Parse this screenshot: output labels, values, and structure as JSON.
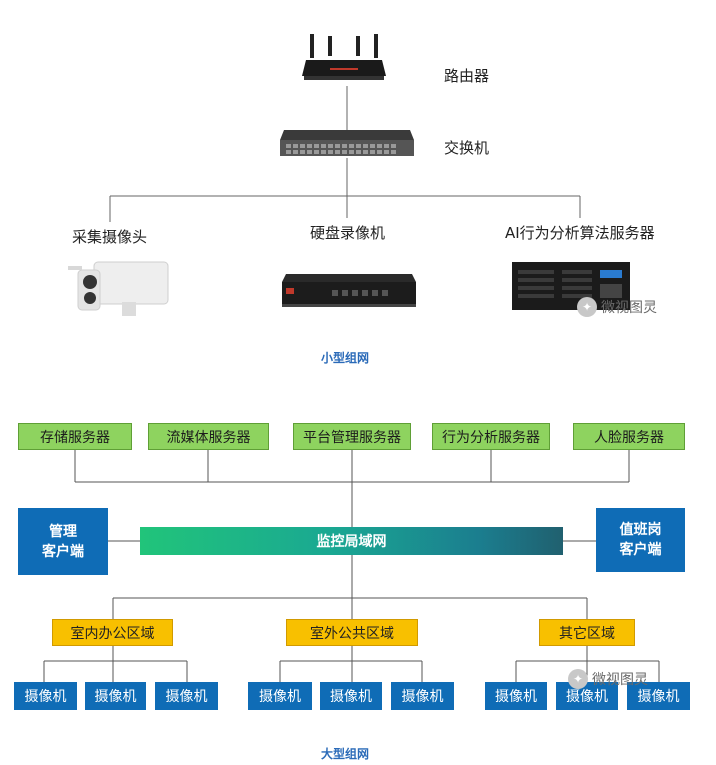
{
  "small": {
    "router_label": "路由器",
    "switch_label": "交换机",
    "camera_label": "采集摄像头",
    "nvr_label": "硬盘录像机",
    "ai_label": "AI行为分析算法服务器",
    "caption": "小型组网",
    "watermark": "微视图灵"
  },
  "large": {
    "servers": [
      "存储服务器",
      "流媒体服务器",
      "平台管理服务器",
      "行为分析服务器",
      "人脸服务器"
    ],
    "left_client": [
      "管理",
      "客户端"
    ],
    "right_client": [
      "值班岗",
      "客户端"
    ],
    "lan_label": "监控局域网",
    "zones": [
      "室内办公区域",
      "室外公共区域",
      "其它区域"
    ],
    "camera_label": "摄像机",
    "caption": "大型组网",
    "watermark": "微视图灵"
  },
  "colors": {
    "server_box": "#8ed35f",
    "client_box": "#0f6cb6",
    "zone_box": "#f8c000",
    "camera_box": "#0f6cb6",
    "caption": "#2a6ab8"
  }
}
